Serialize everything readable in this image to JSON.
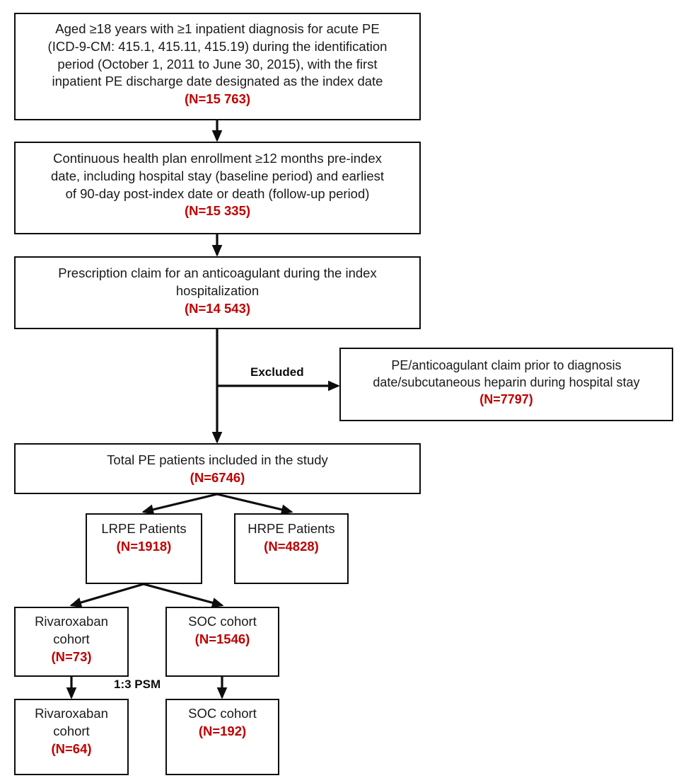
{
  "figure": {
    "type": "flowchart",
    "title": "Patient selection flow diagram",
    "accent_red": "#C00000",
    "line_color": "#0D0D0D",
    "background": "#FFFFFF"
  },
  "nodes": {
    "screening1": {
      "text": "Aged ≥18 years with ≥1 inpatient diagnosis for acute PE\n(ICD-9-CM: 415.1, 415.11, 415.19) during the identification\nperiod (October 1, 2011 to June 30, 2015), with the first\ninpatient PE discharge date designated as the index date",
      "count": "(N=15 763)"
    },
    "screening2": {
      "text": "Continuous health plan enrollment ≥12 months pre-index\ndate, including hospital stay (baseline period) and earliest\nof 90-day post-index date or death (follow-up period)",
      "count": "(N=15 335)"
    },
    "screening3": {
      "text": "Prescription claim for an anticoagulant during the index\nhospitalization",
      "count": "(N=14 543)"
    },
    "excluded_box": {
      "text": "PE/anticoagulant claim prior to diagnosis\ndate/subcutaneous heparin during hospital stay",
      "count": "(N=7797)"
    },
    "total": {
      "text": "Total PE patients included in the study",
      "count": "(N=6746)"
    },
    "lrpe": {
      "text": "LRPE Patients",
      "count": "(N=1918)"
    },
    "hrpe": {
      "text": "HRPE Patients",
      "count": "(N=4828)"
    },
    "rivaroxaban_pre": {
      "text": "Rivaroxaban\ncohort",
      "count": "(N=73)"
    },
    "soc_pre": {
      "text": "SOC cohort",
      "count": "(N=1546)"
    },
    "rivaroxaban_post": {
      "text": "Rivaroxaban\ncohort",
      "count": "(N=64)"
    },
    "soc_post": {
      "text": "SOC cohort",
      "count": "(N=192)"
    }
  },
  "edge_labels": {
    "excluded": "Excluded",
    "psm": "1:3 PSM"
  }
}
